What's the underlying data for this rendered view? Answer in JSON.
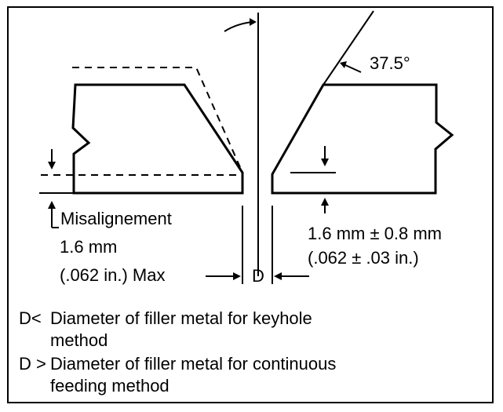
{
  "figure": {
    "angle": "37.5°",
    "misalignment": {
      "label": "Misalignement",
      "value_mm": "1.6 mm",
      "value_in": "(.062 in.) Max"
    },
    "root_opening": {
      "value_mm": "1.6 mm ± 0.8 mm",
      "value_in": "(.062 ± .03 in.)"
    },
    "gap_label": "D"
  },
  "legend": {
    "items": [
      {
        "key": "D<",
        "line1": "Diameter of filler metal for keyhole",
        "line2": "method"
      },
      {
        "key": "D >",
        "line1": "Diameter of filler metal for continuous",
        "line2": "feeding method"
      }
    ]
  }
}
